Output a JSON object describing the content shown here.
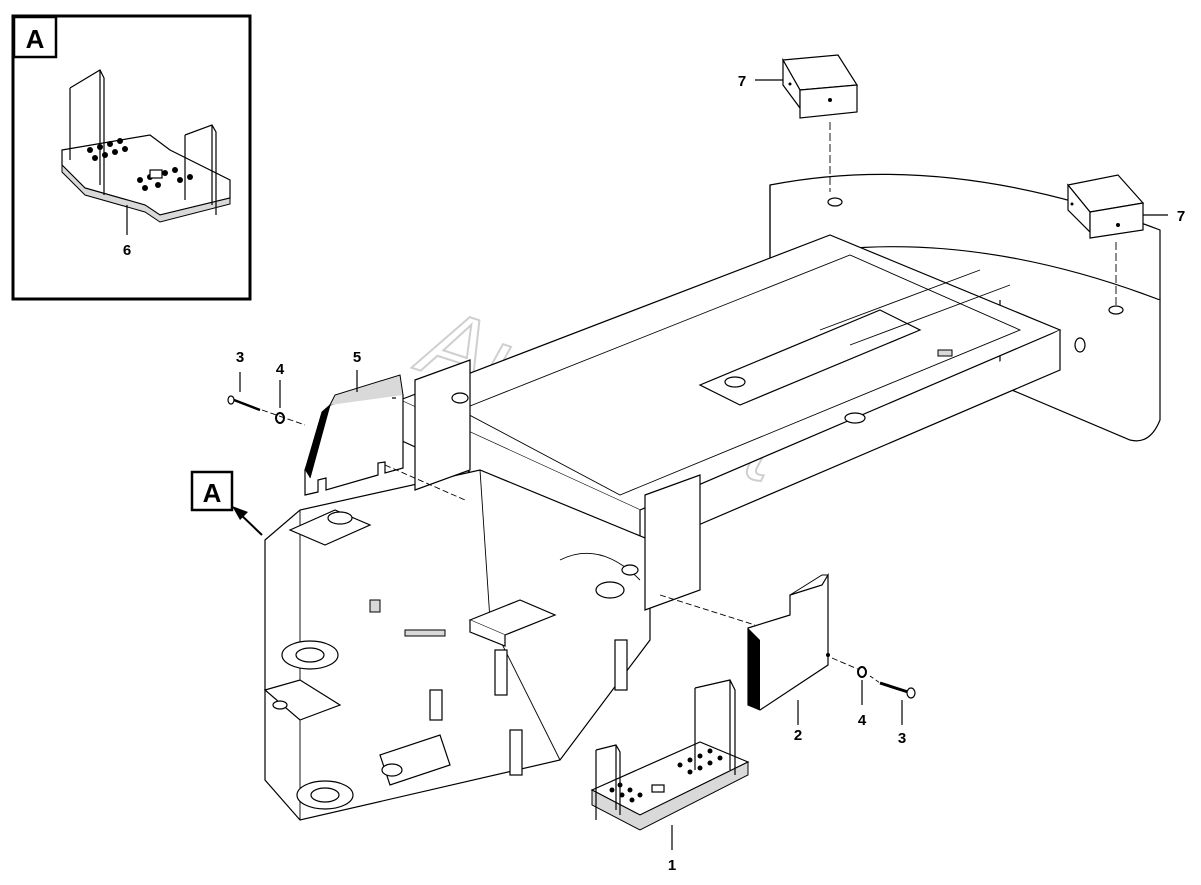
{
  "detail_label": "A",
  "view_label": "A",
  "watermark": "AutoSoft",
  "callouts": {
    "c1": "1",
    "c2": "2",
    "c3_left": "3",
    "c3_right": "3",
    "c4_left": "4",
    "c4_right": "4",
    "c5": "5",
    "c6": "6",
    "c7_top": "7",
    "c7_right": "7"
  },
  "colors": {
    "line": "#000000",
    "background": "#ffffff",
    "watermark": "#cfcfcf",
    "shade": "#d9d9d9"
  }
}
